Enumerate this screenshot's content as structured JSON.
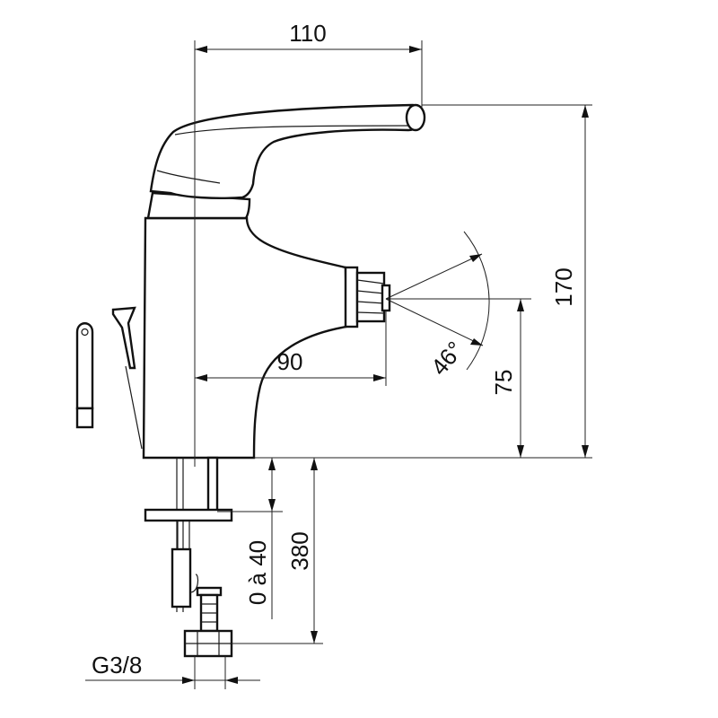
{
  "dimensions": {
    "spout_reach": "110",
    "total_height": "170",
    "nozzle_reach": "90",
    "nozzle_height": "75",
    "nozzle_angle": "46°",
    "deck_thickness": "0 à 40",
    "hose_length": "380",
    "connection_thread": "G3/8"
  }
}
